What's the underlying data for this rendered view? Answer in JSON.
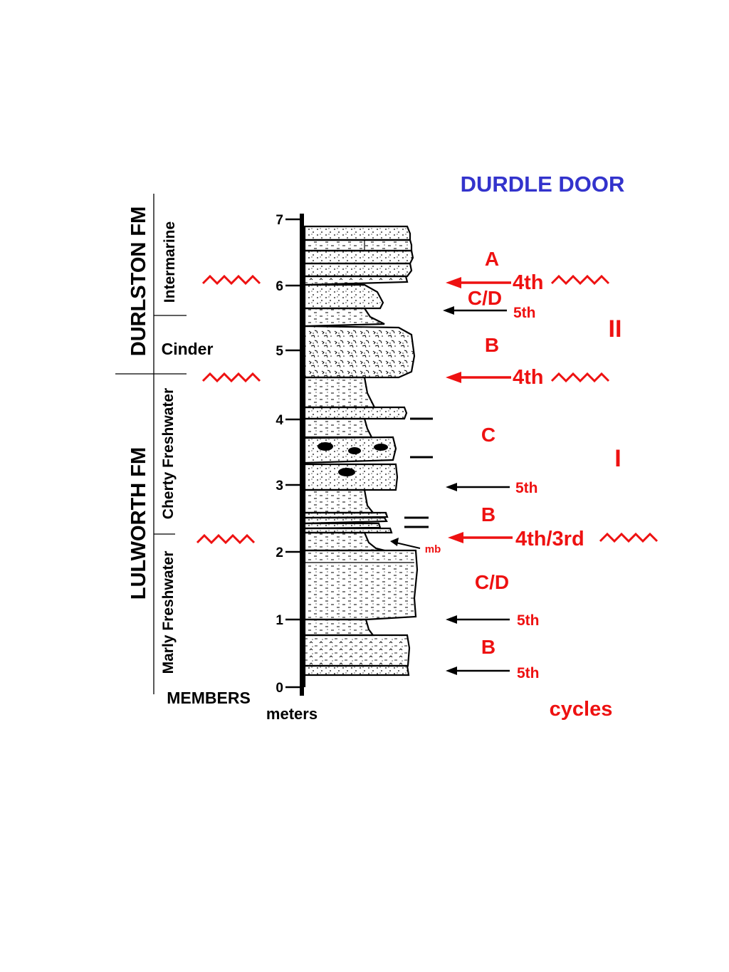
{
  "title": "DURDLE  DOOR",
  "formations": {
    "upper": "DURLSTON  FM",
    "lower": "LULWORTH    FM"
  },
  "members": {
    "intermarine": "Intermarine",
    "cinder": "Cinder",
    "cherty_freshwater": "Cherty Freshwater",
    "marly_freshwater": "Marly  Freshwater",
    "footer": "MEMBERS"
  },
  "scale": {
    "unit_label": "meters",
    "ticks": [
      "0",
      "1",
      "2",
      "3",
      "4",
      "5",
      "6",
      "7"
    ]
  },
  "annotations": {
    "mb": "mb"
  },
  "cycles": {
    "footer": "cycles",
    "letters": [
      "A",
      "C/D",
      "B",
      "C",
      "B",
      "C/D",
      "B"
    ],
    "orders": [
      "4th",
      "5th",
      "4th",
      "5th",
      "4th/3rd",
      "5th",
      "5th"
    ],
    "megacycles": [
      "II",
      "I"
    ]
  },
  "colors": {
    "title": "#3333cc",
    "red": "#ee1111",
    "black": "#000000"
  }
}
